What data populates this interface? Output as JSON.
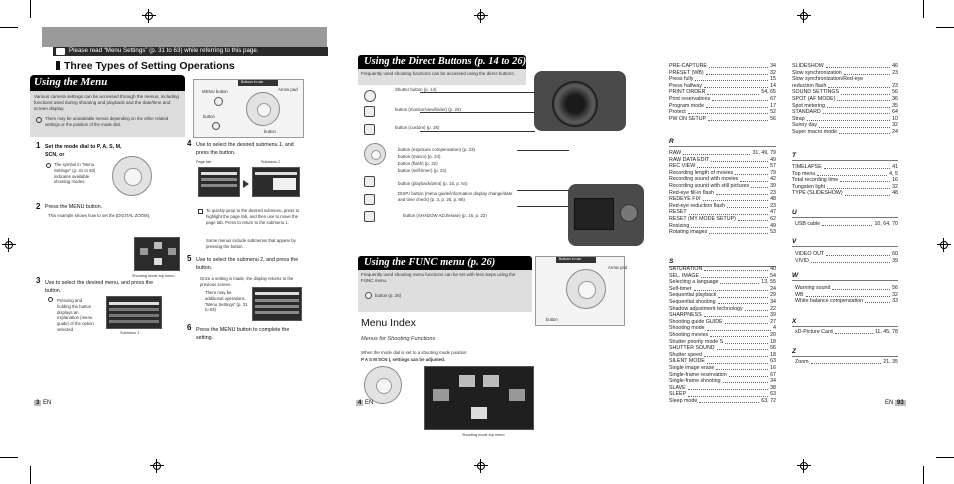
{
  "page1": {
    "note": "Please read “Menu Settings” (p. 31 to 63) while referring to this page.",
    "title": "Three Types of Setting Operations",
    "using_menu": "Using the Menu",
    "using_menu_desc": "Various camera settings can be accessed through the menus, including functions used during shooting and playback and the date/time and screen display.",
    "caution": "There may be unavailable menus depending on the other related settings or the position of the mode dial.",
    "buttons_in_use": "Buttons in use",
    "menu_button_label": "MENU button",
    "arrow_pad_label": "Arrow pad",
    "ok_button_label": "button",
    "step1_num": "1",
    "step1_text": "Set the mode dial to P, A, S, M,",
    "step1_text2": "SCN, or",
    "step1_note": "The symbol in “Menu Settings” (p. 31 to 63) indicates available shooting modes.",
    "step2_num": "2",
    "step2_text": "Press the MENU button.",
    "step2_note": "This example shows how to set the [DIGITAL ZOOM].",
    "shooting_mode_top_menu": "Shooting mode top menu",
    "step3_num": "3",
    "step3_text": "Use to select the desired menu, and press the button.",
    "step3_note": "Pressing and holding the button displays an explanation (menu guide) of the option selected.",
    "submenu1": "Submenu 1",
    "step4_num": "4",
    "step4_text": "Use to select the desired submenu 1, and press the button.",
    "page_tab": "Page tab",
    "submenu2": "Submenu 2",
    "tip1": "To quickly jump to the desired submenu, press to highlight the page tab, and then use to move the page tab. Press to return to the submenu 1.",
    "tip2": "Some menus include submenus that appear by pressing the button.",
    "step5_num": "5",
    "step5_text": "Use to select the submenu 2, and press the button.",
    "step5_note": "Once a setting is made, the display returns to the previous screen.",
    "step5_note2": "There may be additional operations. “Menu Settings” (p. 31 to 63)",
    "step6_num": "6",
    "step6_text": "Press the MENU button to complete the setting.",
    "page_number": "3",
    "page_lang": "EN"
  },
  "page2": {
    "direct_title": "Using the Direct Buttons (p. 14 to 26)",
    "direct_desc": "Frequently used shooting functions can be accessed using the direct buttons.",
    "shutter": "Shutter button (p. 14)",
    "monitor": "button (monitor/viewfinder) (p. 25)",
    "custom": "button (custom) (p. 26)",
    "exposure": "button (exposure compensation) (p. 23)",
    "macro": "button (macro) (p. 24)",
    "flash": "button (flash) (p. 22)",
    "selftimer": "button (self-timer) (p. 24)",
    "playback": "button (playback/print) (p. 15, p. 64)",
    "disp": "DISP./ button (menu guide/information display change/date and time check) (p. 3, p. 25, p. 66)",
    "shadow": "button (SHADOW ADJ/erase) (p. 16, p. 22)",
    "func_title": "Using the FUNC menu (p. 26)",
    "func_desc": "Frequently used shooting menu functions can be set with less steps using the FUNC menu.",
    "buttons_in_use": "Buttons in use",
    "arrow_pad": "Arrow pad",
    "ok_btn": "button (p. 26)",
    "ok_btn2": "button",
    "menu_index": "Menu Index",
    "menus_for_shooting": "Menus for Shooting Functions",
    "when_dial": "When the mode dial is set to a shooting mode position",
    "when_dial2": "P A S M SCN ), settings can be adjusted.",
    "shooting_mode_top_menu": "Shooting mode top menu",
    "page_number": "4",
    "page_lang": "EN"
  },
  "index": {
    "col1_top": [
      {
        "label": "PRE-CAPTURE",
        "page": "34"
      },
      {
        "label": "PRESET (WB)",
        "page": "32"
      },
      {
        "label": "Press fully",
        "page": "15"
      },
      {
        "label": "Press halfway",
        "page": "14"
      },
      {
        "label": "PRINT ORDER",
        "page": "54, 65"
      },
      {
        "label": "Print reservations",
        "page": "67"
      },
      {
        "label": "Program mode",
        "page": "17"
      },
      {
        "label": "Protect",
        "page": "52"
      },
      {
        "label": "PW ON SETUP",
        "page": "56"
      }
    ],
    "letter_R": "R",
    "col1_R": [
      {
        "label": "RAW",
        "page": "31, 49, 79"
      },
      {
        "label": "RAW DATA EDIT",
        "page": "49"
      },
      {
        "label": "REC VIEW",
        "page": "57"
      },
      {
        "label": "Recording length of movies",
        "page": "79"
      },
      {
        "label": "Recording sound with movies",
        "page": "42"
      },
      {
        "label": "Recording sound with still pictures",
        "page": "39"
      },
      {
        "label": "Red-eye fill-in flash",
        "page": "23"
      },
      {
        "label": "REDEYE FIX",
        "page": "48"
      },
      {
        "label": "Red-eye reduction flash",
        "page": "23"
      },
      {
        "label": "RESET",
        "page": "47"
      },
      {
        "label": "RESET (MY MODE SETUP)",
        "page": "62"
      },
      {
        "label": "Resizing",
        "page": "49"
      },
      {
        "label": "Rotating images",
        "page": "53"
      }
    ],
    "letter_S": "S",
    "col1_S": [
      {
        "label": "SATURATION",
        "page": "40"
      },
      {
        "label": "SEL. IMAGE",
        "page": "54"
      },
      {
        "label": "Selecting a language",
        "page": "13, 55"
      },
      {
        "label": "Self-timer",
        "page": "24"
      },
      {
        "label": "Sequential playback",
        "page": "29"
      },
      {
        "label": "Sequential shooting",
        "page": "34"
      },
      {
        "label": "Shadow adjustment technology",
        "page": "22"
      },
      {
        "label": "SHARPNESS",
        "page": "39"
      },
      {
        "label": "Shooting guide GUIDE",
        "page": "27"
      },
      {
        "label": "Shooting mode",
        "page": "4"
      },
      {
        "label": "Shooting movies",
        "page": "20"
      },
      {
        "label": "Shutter priority mode S",
        "page": "18"
      },
      {
        "label": "SHUTTER SOUND",
        "page": "56"
      },
      {
        "label": "Shutter speed",
        "page": "18"
      },
      {
        "label": "SILENT MODE",
        "page": "63"
      },
      {
        "label": "Single image erase",
        "page": "16"
      },
      {
        "label": "Single-frame reservation",
        "page": "67"
      },
      {
        "label": "Single-frame shooting",
        "page": "34"
      },
      {
        "label": "SLAVE",
        "page": "38"
      },
      {
        "label": "SLEEP",
        "page": "63"
      },
      {
        "label": "Sleep mode",
        "page": "63, 72"
      }
    ],
    "col2_top": [
      {
        "label": "SLIDESHOW",
        "page": "46"
      },
      {
        "label": "Slow synchronization",
        "page": "23"
      },
      {
        "label": "Slow synchronization/Red-eye",
        "page": ""
      },
      {
        "label": "  reduction flash",
        "page": "23"
      },
      {
        "label": "SOUND SETTINGS",
        "page": "56"
      },
      {
        "label": "SPOT (AF MODE)",
        "page": "36"
      },
      {
        "label": "Spot metering",
        "page": "35"
      },
      {
        "label": "STANDARD",
        "page": "64"
      },
      {
        "label": "Strap",
        "page": "10"
      },
      {
        "label": "Sunny day",
        "page": "32"
      },
      {
        "label": "Super macro mode",
        "page": "24"
      }
    ],
    "letter_T": "T",
    "col2_T": [
      {
        "label": "TIMELAPSE",
        "page": "41"
      },
      {
        "label": "Top menu",
        "page": "4, 5"
      },
      {
        "label": "Total recording time",
        "page": "16"
      },
      {
        "label": "Tungsten light",
        "page": "32"
      },
      {
        "label": "TYPE (SLIDESHOW)",
        "page": "48"
      }
    ],
    "letter_U": "U",
    "col2_U": [
      {
        "label": "USB cable",
        "page": "10, 64, 70"
      }
    ],
    "letter_V": "V",
    "col2_V": [
      {
        "label": "VIDEO OUT",
        "page": "60"
      },
      {
        "label": "VIVID",
        "page": "39"
      }
    ],
    "letter_W": "W",
    "col2_W": [
      {
        "label": "Warning sound",
        "page": "56"
      },
      {
        "label": "WB",
        "page": "32"
      },
      {
        "label": "White balance compensation",
        "page": "33"
      }
    ],
    "letter_X": "X",
    "col2_X": [
      {
        "label": "xD-Picture Card",
        "page": "11, 45, 78"
      }
    ],
    "letter_Z": "Z",
    "col2_Z": [
      {
        "label": "Zoom",
        "page": "21, 35"
      }
    ],
    "page_lang": "EN",
    "page_number": "93"
  }
}
